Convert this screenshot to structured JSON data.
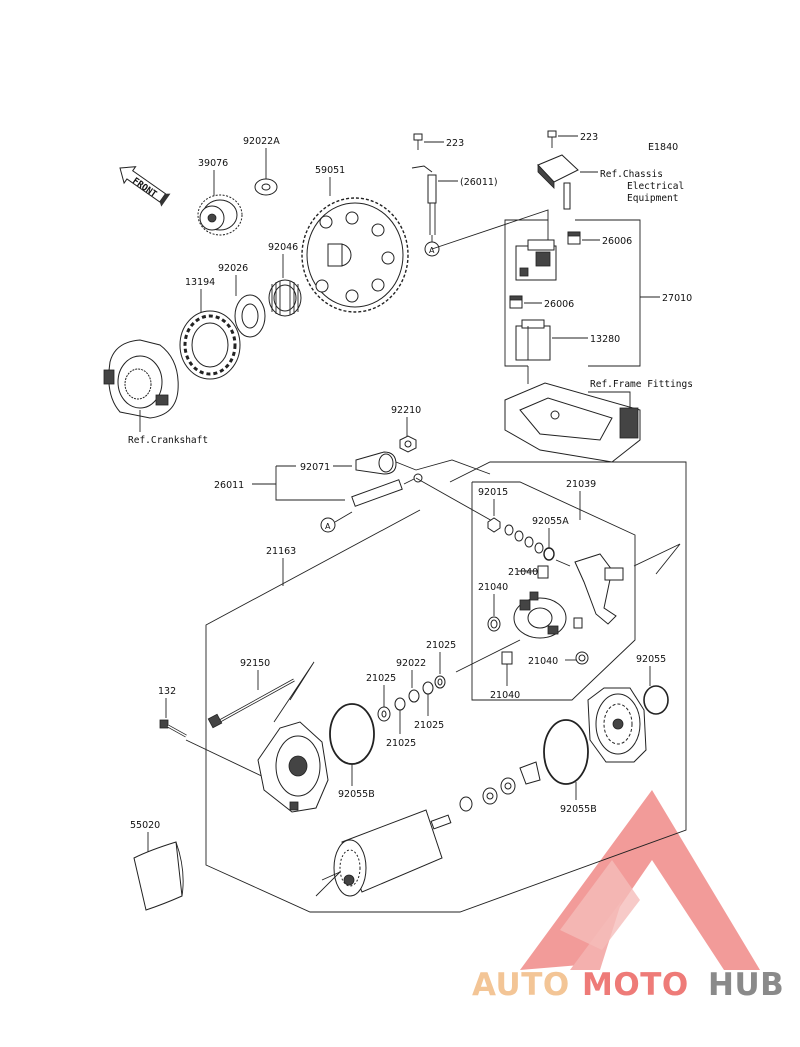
{
  "diagram_code": "E1840",
  "front_label": "FRONT",
  "labels": {
    "p223a": "223",
    "p223b": "223",
    "p26011top": "(26011)",
    "ref_chassis_1": "Ref.Chassis",
    "ref_chassis_2": "Electrical",
    "ref_chassis_3": "Equipment",
    "p26006a": "26006",
    "p26006b": "26006",
    "p27010": "27010",
    "p13280": "13280",
    "ref_frame": "Ref.Frame Fittings",
    "p92022A": "92022A",
    "p39076": "39076",
    "p59051": "59051",
    "p92046": "92046",
    "p92026": "92026",
    "p13194": "13194",
    "ref_crank": "Ref.Crankshaft",
    "p92210": "92210",
    "p92071": "92071",
    "p26011": "26011",
    "p92015": "92015",
    "p21039": "21039",
    "p92055A": "92055A",
    "p21040a": "21040",
    "p21040b": "21040",
    "p21040c": "21040",
    "p21040d": "21040",
    "p21163": "21163",
    "p21025a": "21025",
    "p21025b": "21025",
    "p21025c": "21025",
    "p21025d": "21025",
    "p92022": "92022",
    "p92150": "92150",
    "p132": "132",
    "p92055": "92055",
    "p92055Ba": "92055B",
    "p92055Bb": "92055B",
    "p55020": "55020",
    "conn_a1": "A",
    "conn_a2": "A"
  },
  "watermark": {
    "part1": "AUTO",
    "part2": "MOTO",
    "part3": "HUB"
  },
  "colors": {
    "watermark_orange": "#f3c596",
    "watermark_red": "#ee7b78",
    "watermark_grey": "#8a8a8a"
  }
}
